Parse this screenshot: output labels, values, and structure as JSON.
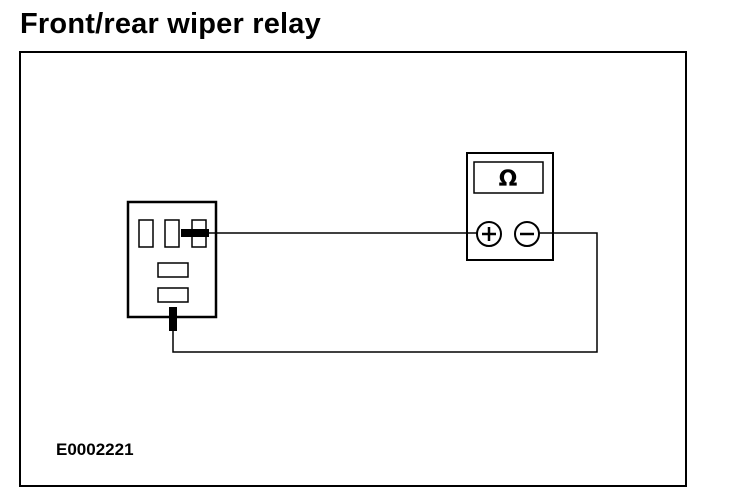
{
  "figure": {
    "title": "Front/rear wiper relay",
    "reference_code": "E0002221"
  },
  "multimeter": {
    "mode_symbol": "Ω",
    "positive_terminal_symbol": "+",
    "negative_terminal_symbol": "−"
  },
  "colors": {
    "line": "#000000",
    "background": "#ffffff"
  }
}
